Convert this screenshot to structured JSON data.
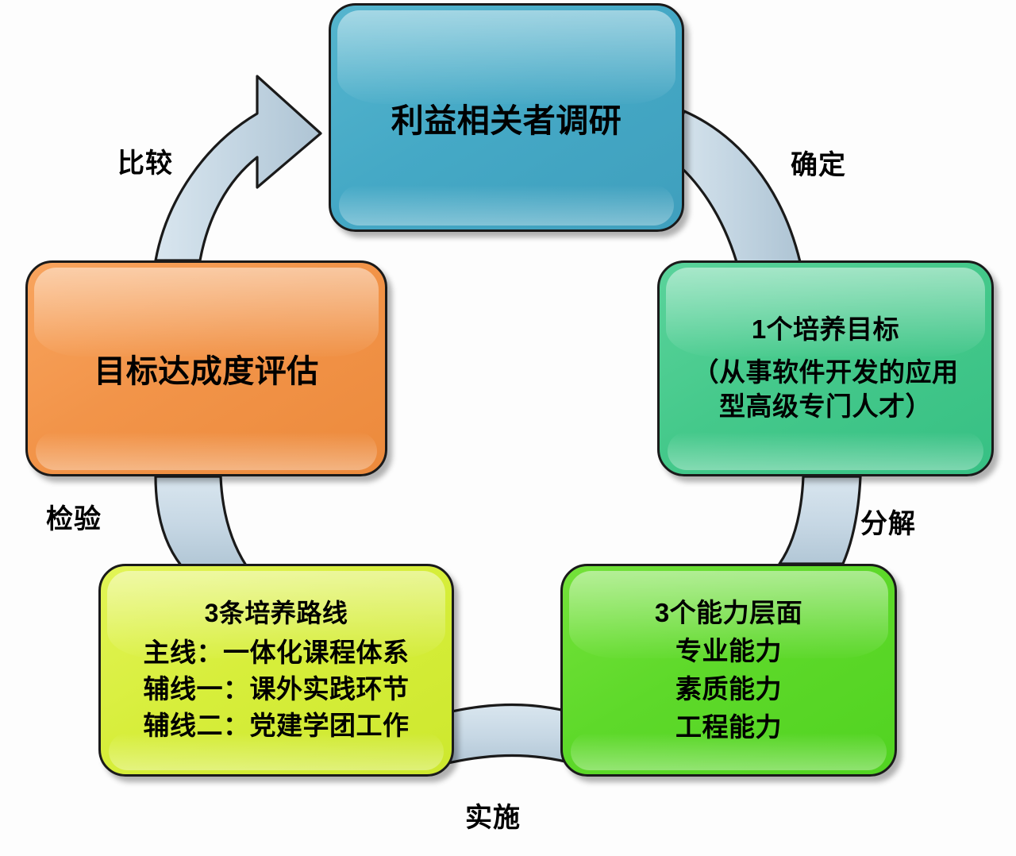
{
  "diagram": {
    "type": "cycle",
    "title_present": false,
    "background_color": "#fdfdfd",
    "nodes": [
      {
        "id": "survey",
        "name": "stakeholder-survey",
        "lines": [
          "利益相关者调研"
        ],
        "color": "#45a9c6",
        "position": "top"
      },
      {
        "id": "goal",
        "name": "training-goal",
        "lines": [
          "1个培养目标",
          "（从事软件开发的应用",
          "型高级专门人才）"
        ],
        "color": "#45c98b",
        "position": "right"
      },
      {
        "id": "ability",
        "name": "ability-levels",
        "lines": [
          "3个能力层面",
          "专业能力",
          "素质能力",
          "工程能力"
        ],
        "color": "#5ed92a",
        "position": "bottom-right"
      },
      {
        "id": "routes",
        "name": "training-routes",
        "lines": [
          "3条培养路线",
          "主线：一体化课程体系",
          "辅线一：课外实践环节",
          "辅线二：党建学团工作"
        ],
        "color": "#d7ee3b",
        "position": "bottom-left"
      },
      {
        "id": "assess",
        "name": "goal-attainment-assessment",
        "lines": [
          "目标达成度评估"
        ],
        "color": "#f29449",
        "position": "left"
      }
    ],
    "edges": [
      {
        "id": "confirm",
        "label": "确定",
        "from": "survey",
        "to": "goal",
        "style": "band"
      },
      {
        "id": "decompose",
        "label": "分解",
        "from": "goal",
        "to": "ability",
        "style": "band"
      },
      {
        "id": "implement",
        "label": "实施",
        "from": "ability",
        "to": "routes",
        "style": "band"
      },
      {
        "id": "verify",
        "label": "检验",
        "from": "routes",
        "to": "assess",
        "style": "band"
      },
      {
        "id": "compare",
        "label": "比较",
        "from": "assess",
        "to": "survey",
        "style": "arrow"
      }
    ],
    "connector_color": "#c3d5e2",
    "connector_stroke": "#1a1a1a"
  }
}
